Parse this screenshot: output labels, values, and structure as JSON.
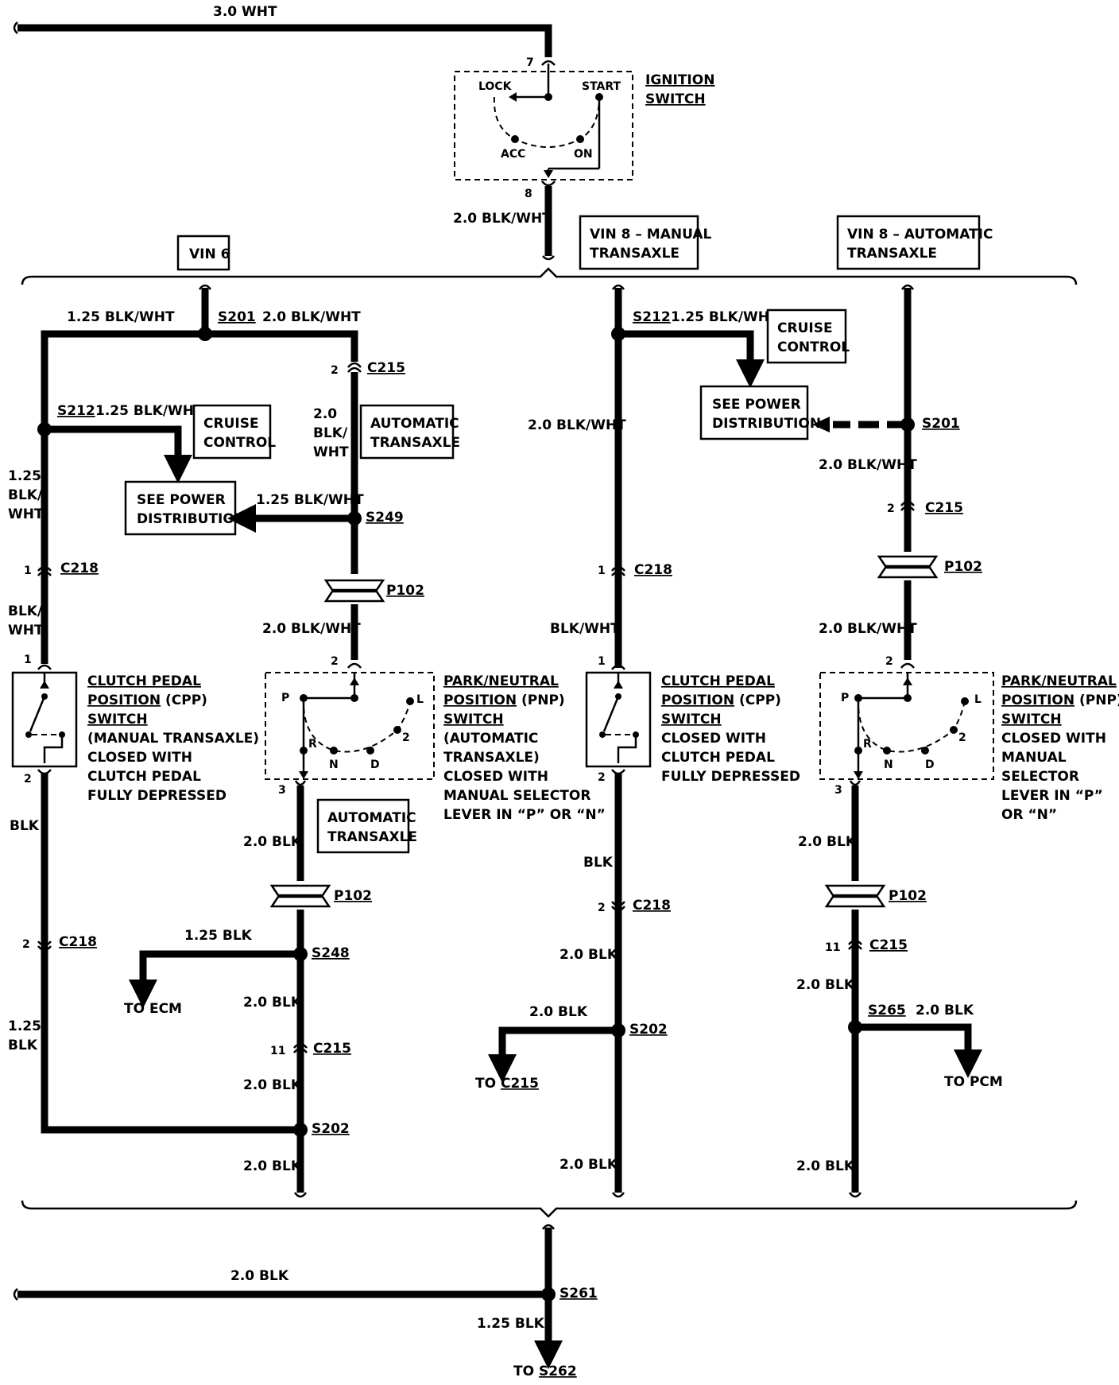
{
  "top": {
    "wire_3wht": "3.0 WHT"
  },
  "ignition": {
    "pin_in": "7",
    "pin_out": "8",
    "lock": "LOCK",
    "start": "START",
    "acc": "ACC",
    "on": "ON",
    "title1": "IGNITION",
    "title2": "SWITCH",
    "wire_out": "2.0 BLK/WHT"
  },
  "sections": {
    "vin6": "VIN 6",
    "vin8_manual_1": "VIN 8 – MANUAL",
    "vin8_manual_2": "TRANSAXLE",
    "vin8_auto_1": "VIN 8 – AUTOMATIC",
    "vin8_auto_2": "TRANSAXLE"
  },
  "col1": {
    "w125bw": "1.25 BLK/WHT",
    "s201": "S201",
    "w20bw": "2.0 BLK/WHT",
    "s212": "S212",
    "s212_wire": "1.25 BLK/WHT",
    "cruise1": "CRUISE",
    "cruise2": "CONTROL",
    "spd1": "SEE POWER",
    "spd2": "DISTRIBUTION",
    "v125_a": "1.25",
    "v125_b": "BLK/",
    "v125_c": "WHT",
    "c218_pin": "1",
    "c218": "C218",
    "blk_a": "BLK/",
    "blk_b": "WHT",
    "cpp_pin1": "1",
    "cpp_pin2": "2",
    "cpp_l1": "CLUTCH PEDAL",
    "cpp_l2": "POSITION",
    "cpp_l2b": " (CPP)",
    "cpp_l3": "SWITCH",
    "cpp_l4": "(MANUAL TRANSAXLE)",
    "cpp_l5": "CLOSED WITH",
    "cpp_l6": "CLUTCH PEDAL",
    "cpp_l7": "FULLY DEPRESSED",
    "blk": "BLK",
    "c218b_pin": "2",
    "c218b": "C218",
    "v125blk_a": "1.25",
    "v125blk_b": "BLK"
  },
  "col2": {
    "c215_pin": "2",
    "c215": "C215",
    "w20_a": "2.0",
    "w20_b": "BLK/",
    "w20_c": "WHT",
    "auto1": "AUTOMATIC",
    "auto2": "TRANSAXLE",
    "s249_wire": "1.25 BLK/WHT",
    "s249": "S249",
    "p102": "P102",
    "w20bw": "2.0 BLK/WHT",
    "pnp_pin2": "2",
    "pnp_pin3": "3",
    "p": "P",
    "l": "L",
    "r": "R",
    "n": "N",
    "d": "D",
    "two": "2",
    "pnp_l1": "PARK/NEUTRAL",
    "pnp_l2": "POSITION",
    "pnp_l2b": " (PNP)",
    "pnp_l3": "SWITCH",
    "pnp_l4": "(AUTOMATIC",
    "pnp_l5": "TRANSAXLE)",
    "pnp_l6": "CLOSED WITH",
    "pnp_l7": "MANUAL SELECTOR",
    "pnp_l8": "LEVER IN “P” OR “N”",
    "auto_b1": "AUTOMATIC",
    "auto_b2": "TRANSAXLE",
    "w20blk": "2.0 BLK",
    "p102b": "P102",
    "w125blk": "1.25 BLK",
    "s248": "S248",
    "to_ecm": "TO ECM",
    "w20blk2": "2.0 BLK",
    "c215b_pin": "11",
    "c215b": "C215",
    "w20blk3": "2.0 BLK",
    "s202": "S202",
    "w20blk4": "2.0 BLK"
  },
  "col3": {
    "s212": "S212",
    "s212_wire": "1.25 BLK/WHT",
    "cruise1": "CRUISE",
    "cruise2": "CONTROL",
    "spd1": "SEE POWER",
    "spd2": "DISTRIBUTION",
    "w20bw": "2.0 BLK/WHT",
    "c218_pin": "1",
    "c218": "C218",
    "blkwht": "BLK/WHT",
    "cpp_pin1": "1",
    "cpp_pin2": "2",
    "cpp_l1": "CLUTCH PEDAL",
    "cpp_l2": "POSITION",
    "cpp_l2b": " (CPP)",
    "cpp_l3": "SWITCH",
    "cpp_l4": "CLOSED WITH",
    "cpp_l5": "CLUTCH PEDAL",
    "cpp_l6": "FULLY DEPRESSED",
    "blk": "BLK",
    "c218b_pin": "2",
    "c218b": "C218",
    "w20blk": "2.0 BLK",
    "s202_wire": "2.0 BLK",
    "s202": "S202",
    "to_c215a": "TO ",
    "to_c215b": "C215",
    "w20blk2": "2.0 BLK"
  },
  "col4": {
    "s201": "S201",
    "w20bw": "2.0 BLK/WHT",
    "c215_pin": "2",
    "c215": "C215",
    "p102": "P102",
    "w20bw2": "2.0 BLK/WHT",
    "pnp_pin2": "2",
    "pnp_pin3": "3",
    "p": "P",
    "l": "L",
    "r": "R",
    "n": "N",
    "d": "D",
    "two": "2",
    "pnp_l1": "PARK/NEUTRAL",
    "pnp_l2": "POSITION",
    "pnp_l2b": " (PNP)",
    "pnp_l3": "SWITCH",
    "pnp_l4": "CLOSED WITH",
    "pnp_l5": "MANUAL",
    "pnp_l6": "SELECTOR",
    "pnp_l7": "LEVER IN “P”",
    "pnp_l8": "OR “N”",
    "w20blk": "2.0 BLK",
    "p102b": "P102",
    "c215b_pin": "11",
    "c215b": "C215",
    "w20blk2": "2.0 BLK",
    "s265": "S265",
    "s265_wire": "2.0 BLK",
    "to_pcm": "TO PCM",
    "w20blk3": "2.0 BLK"
  },
  "bottom": {
    "w20blk": "2.0 BLK",
    "s261": "S261",
    "w125blk": "1.25 BLK",
    "to_s262a": "TO ",
    "to_s262b": "S262"
  }
}
